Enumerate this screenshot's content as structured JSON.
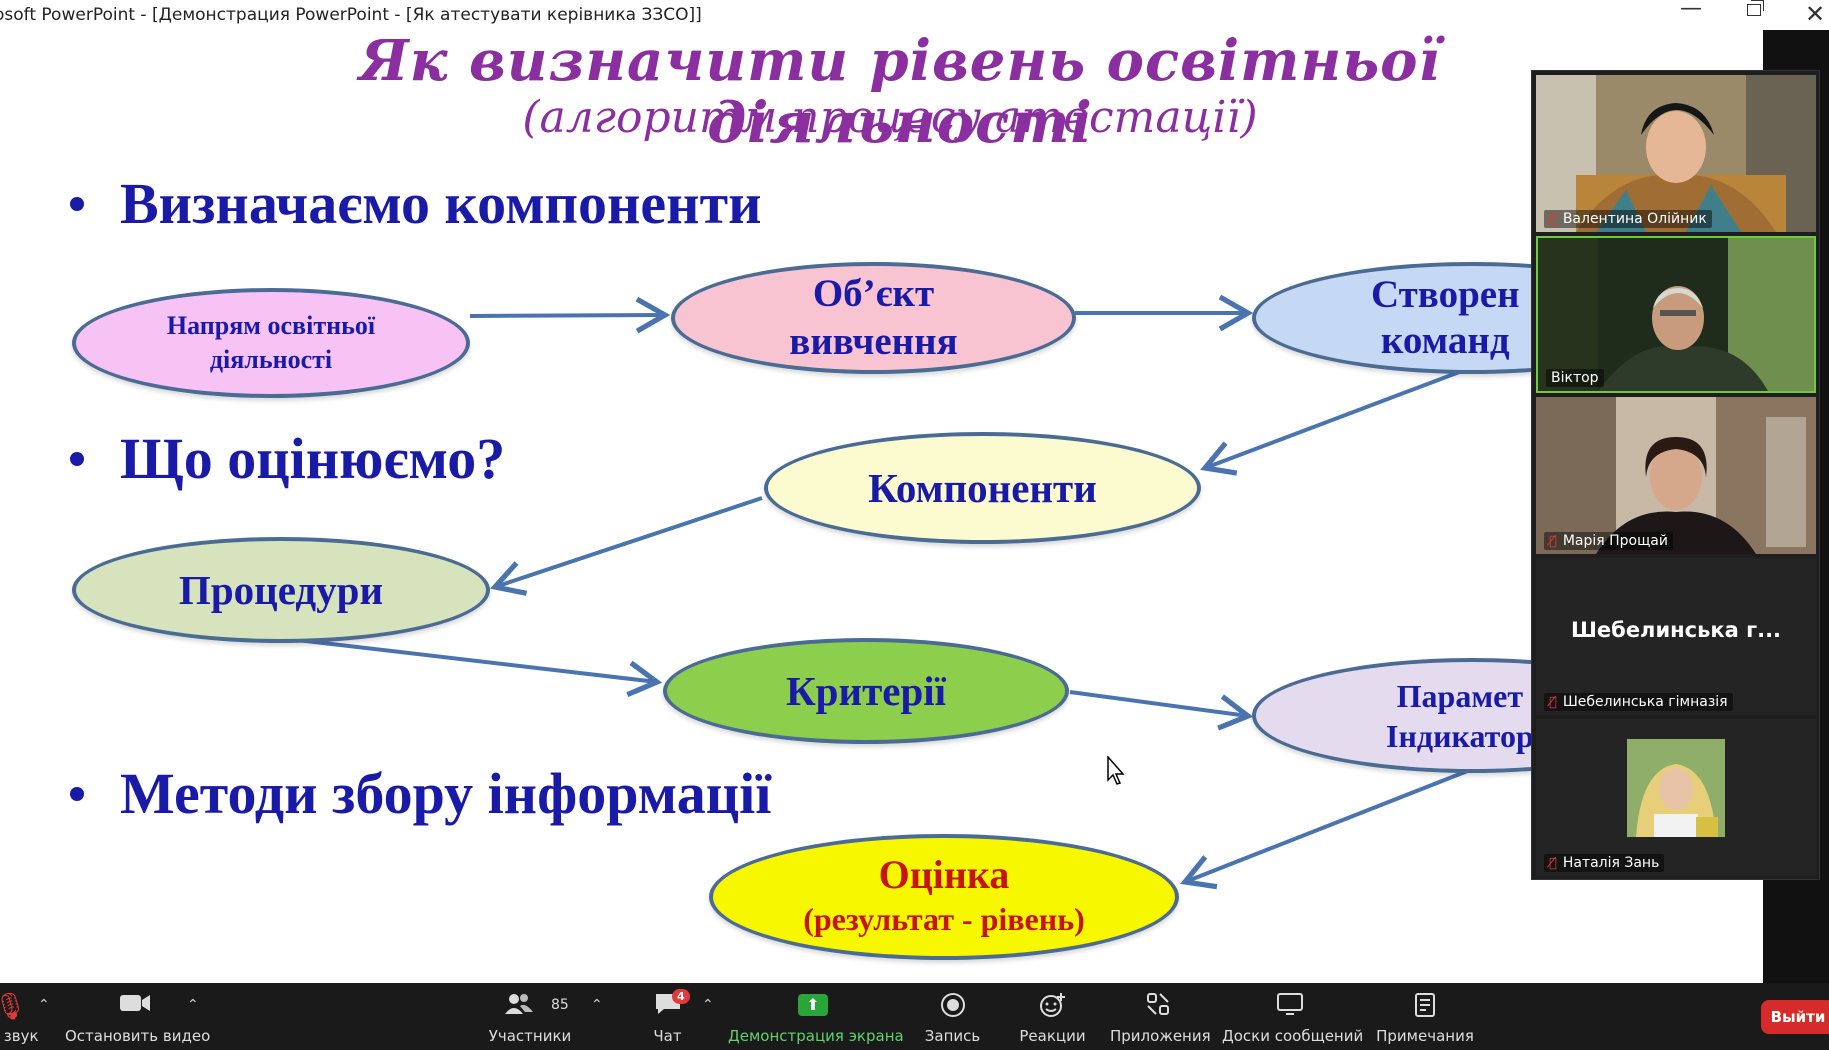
{
  "window": {
    "title": "osoft PowerPoint - [Демонстрация PowerPoint - [Як атестувати керівника ЗЗСО]]",
    "minimize": "—",
    "close": "✕"
  },
  "slide": {
    "title": "Як визначити рівень освітньої діяльності",
    "subtitle": "(алгоритм процесу атестації)",
    "bullets": [
      "Визначаємо компоненти",
      "Що оцінюємо?",
      "Методи збору   інформації"
    ],
    "nodes": {
      "napriam_l1": "Напрям освітньої",
      "napriam_l2": "діяльності",
      "obiekt_l1": "Об’єкт",
      "obiekt_l2": "вивчення",
      "komanda_l1": "Створен",
      "komanda_l2": "команд",
      "komponenty": "Компоненти",
      "protsedury": "Процедури",
      "kryterii": "Критерії",
      "parametry_l1": "Парамет",
      "parametry_l2": "Індикатор",
      "otsinka_l1": "Оцінка",
      "otsinka_l2": "(результат - рівень)"
    },
    "colors": {
      "title": "#8b2fa0",
      "text": "#1a1aa8",
      "napriam": "#f7c3f5",
      "obiekt": "#f9c4d2",
      "komanda": "#c6d9f4",
      "komponenty": "#fbfbcf",
      "protsedury": "#d6e3bc",
      "kryterii": "#8dcf4d",
      "parametry": "#e4dcee",
      "otsinka": "#f7f700",
      "otsinka_text": "#c8140f",
      "arrow": "#4a74b0"
    }
  },
  "participants": [
    {
      "name": "Валентина Олійник",
      "muted": true
    },
    {
      "name": "Віктор",
      "muted": false
    },
    {
      "name": "Марія Прощай",
      "muted": true
    },
    {
      "name": "Шебелинська гімназія",
      "display": "Шебелинська г...",
      "muted": true
    },
    {
      "name": "Наталія Зань",
      "muted": true
    }
  ],
  "toolbar": {
    "audio_label": "ть звук",
    "video_label": "Остановить видео",
    "participants_label": "Участники",
    "participants_count": "85",
    "chat_label": "Чат",
    "chat_badge": "4",
    "share_label": "Демонстрация экрана",
    "record_label": "Запись",
    "reactions_label": "Реакции",
    "apps_label": "Приложения",
    "whiteboards_label": "Доски сообщений",
    "notes_label": "Примечания",
    "leave_label": "Выйти"
  }
}
